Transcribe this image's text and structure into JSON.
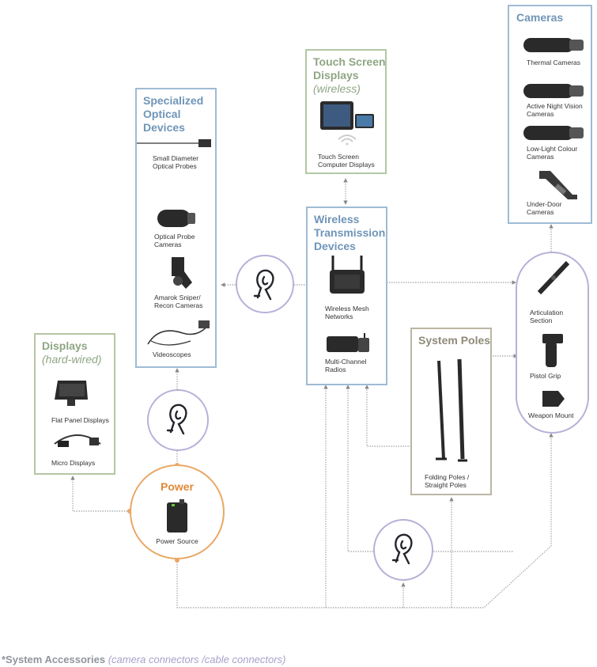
{
  "colors": {
    "blue": "#9fbbd4",
    "blue_text": "#6f95b8",
    "green": "#b4c7a4",
    "green_text": "#8ea684",
    "tan": "#bbb6a4",
    "tan_text": "#8f8a78",
    "orange": "#e9a866",
    "orange_text": "#e08a3a",
    "purple": "#b8b0d8",
    "line": "#888888"
  },
  "cameras": {
    "title": "Cameras",
    "items": [
      "Thermal Cameras",
      "Active Night Vision Cameras",
      "Low-Light Colour Cameras",
      "Under-Door Cameras"
    ]
  },
  "touch_screen": {
    "title": "Touch Screen Displays",
    "subtitle": "(wireless)",
    "item": "Touch Screen Computer Displays"
  },
  "optical": {
    "title": "Specialized Optical Devices",
    "items": [
      "Small Diameter Optical Probes",
      "Optical Probe Cameras",
      "Amarok Sniper/ Recon Cameras",
      "Videoscopes"
    ]
  },
  "wireless": {
    "title": "Wireless Transmission Devices",
    "items": [
      "Wireless Mesh Networks",
      "Multi-Channel Radios"
    ]
  },
  "displays": {
    "title": "Displays",
    "subtitle": "(hard-wired)",
    "items": [
      "Flat Panel Displays",
      "Micro Displays"
    ]
  },
  "power": {
    "title": "Power",
    "item": "Power Source"
  },
  "poles": {
    "title": "System Poles",
    "item": "Folding Poles / Straight Poles"
  },
  "accessories": {
    "items": [
      "Articulation Section",
      "Pistol Grip",
      "Weapon Mount"
    ]
  },
  "footer": {
    "prefix": "*System Accessories",
    "detail": "(camera connectors /cable connectors)"
  }
}
